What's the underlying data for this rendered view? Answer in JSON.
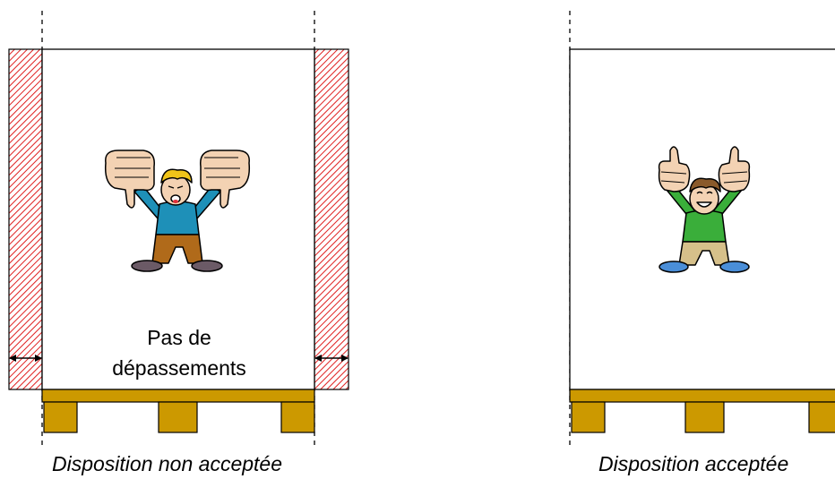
{
  "left_panel": {
    "note_line1": "Pas de",
    "note_line2": "dépassements",
    "caption": "Disposition non acceptée",
    "figure_icon": "thumbs-down-boy-icon"
  },
  "right_panel": {
    "caption": "Disposition acceptée",
    "figure_icon": "thumbs-up-boy-icon"
  },
  "colors": {
    "pallet": "#cc9900",
    "overhang_hatch": "#e02020",
    "left_shirt": "#1e90b8",
    "left_pants": "#b06a1a",
    "right_shirt": "#3aae3a",
    "right_pants": "#d6c08a",
    "skin": "#f3d2b3"
  }
}
